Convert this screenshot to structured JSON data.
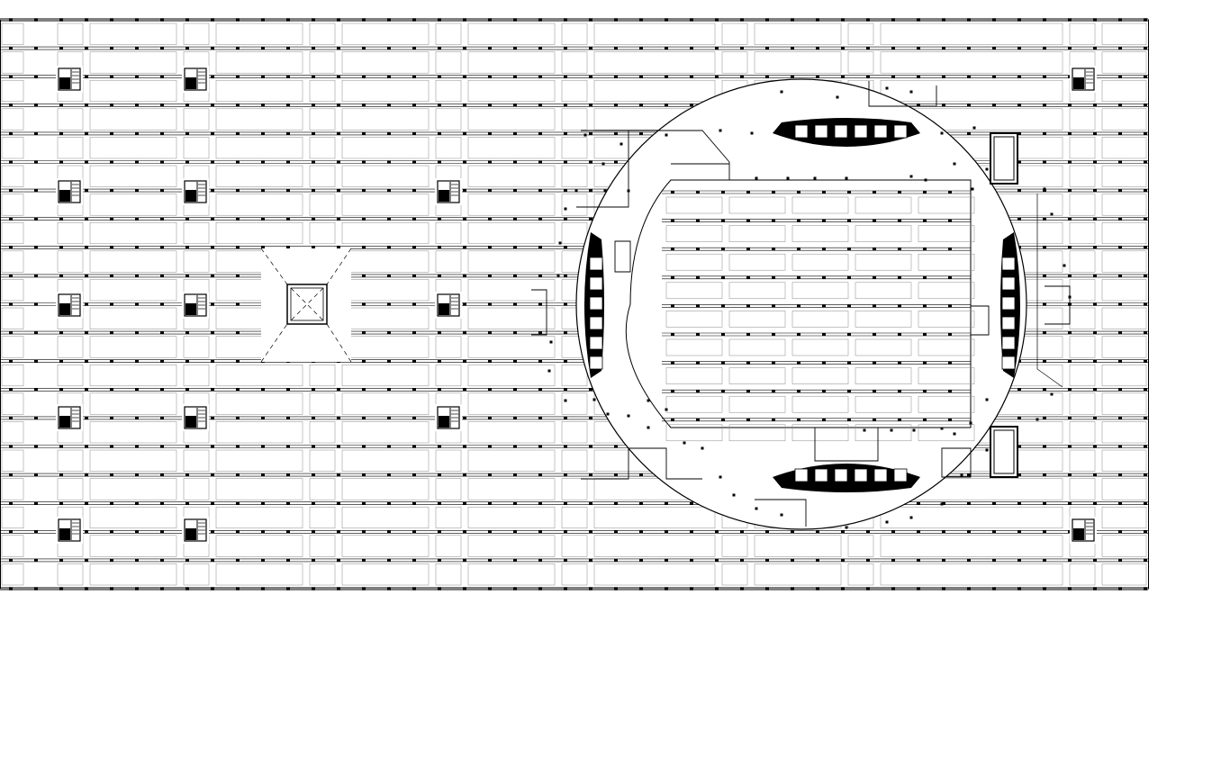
{
  "drawing": {
    "type": "architectural-floor-plan",
    "background_color": "#ffffff",
    "line_color": "#000000",
    "fill_color": "#000000",
    "desk_rows_left_block": 20,
    "stair_core_icon": "stair-core-icon",
    "central_atrium": "square-atrium-with-diagonal-sightlines",
    "rotunda": "circular-building-with-four-curved-core-blocks"
  }
}
